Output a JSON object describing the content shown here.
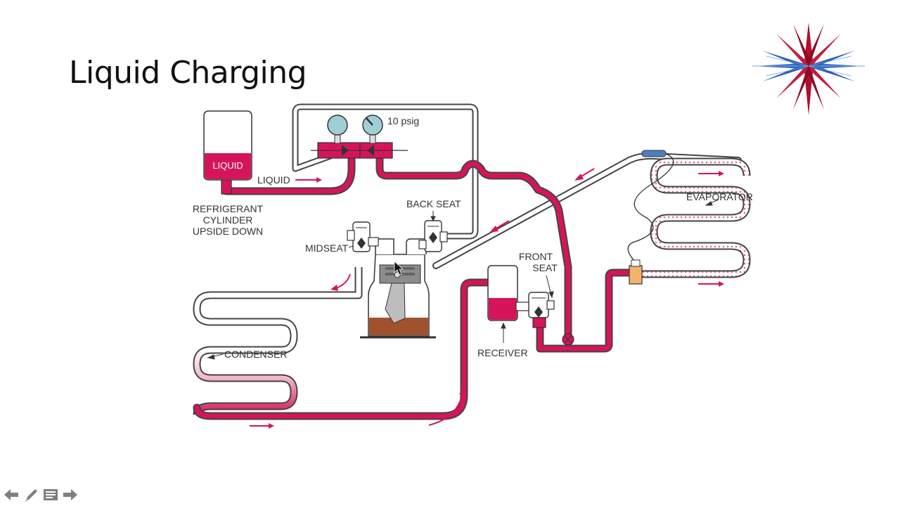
{
  "slide": {
    "title": "Liquid Charging"
  },
  "diagram": {
    "labels": {
      "pressure": "10 psig",
      "liquid_tank": "LIQUID",
      "liquid_line": "LIQUID",
      "cylinder_line1": "REFRIGERANT",
      "cylinder_line2": "CYLINDER",
      "cylinder_line3": "UPSIDE DOWN",
      "back_seat": "BACK SEAT",
      "midseat": "MIDSEAT",
      "front_seat_line1": "FRONT",
      "front_seat_line2": "SEAT",
      "evaporator": "EVAPORATOR",
      "condenser": "CONDENSER",
      "receiver": "RECEIVER"
    },
    "colors": {
      "refrigerant_liquid": "#d6145a",
      "oil": "#a0522d",
      "gauge": "#9fcfd4",
      "expansion_valve": "#f2b36b",
      "sensing_bulb": "#4a7fc0"
    }
  },
  "nav": {
    "back_icon": "arrow-left-icon",
    "pen_icon": "pen-icon",
    "menu_icon": "menu-icon",
    "next_icon": "arrow-right-icon"
  }
}
